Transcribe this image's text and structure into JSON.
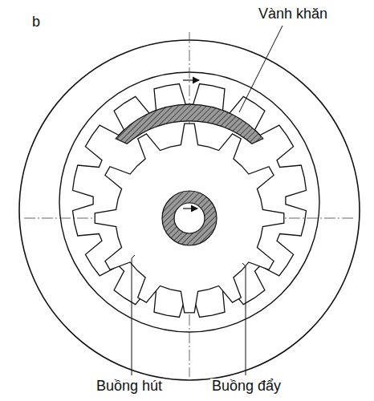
{
  "diagram": {
    "labels": [
      "b",
      "Vành khăn",
      "Buồng hút",
      "Buồng đẩy"
    ]
  }
}
